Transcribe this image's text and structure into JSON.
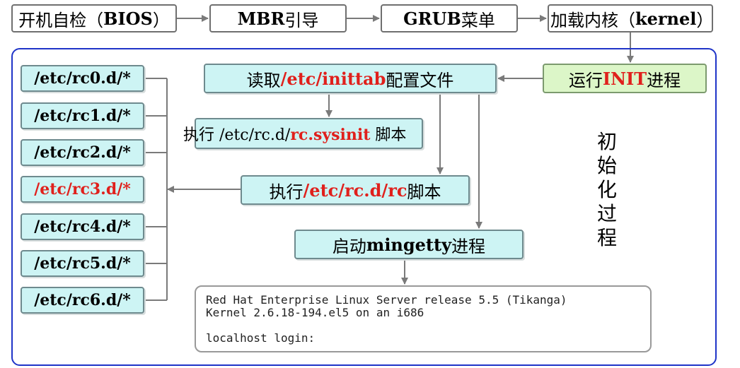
{
  "boot": {
    "bios": {
      "pre": "开机自检（",
      "b": "BIOS",
      "post": "）"
    },
    "mbr": {
      "b": "MBR",
      "post": " 引导"
    },
    "grub": {
      "b": "GRUB",
      "post": "菜单"
    },
    "kernel": {
      "pre": "加载内核（",
      "b": "kernel",
      "post": "）"
    }
  },
  "init": {
    "run": {
      "pre": "运行 ",
      "red": "INIT",
      "post": " 进程"
    },
    "read": {
      "pre": "读取",
      "red": "/etc/inittab",
      "post": "配置文件"
    },
    "sysinit": {
      "pre": "执行 /etc/rc.d/",
      "red": "rc.sysinit",
      "post": " 脚本"
    },
    "rc": {
      "pre": "执行",
      "red": "/etc/rc.d/rc",
      "post": "脚本"
    },
    "mingetty": {
      "pre": "启动 ",
      "b": "mingetty",
      "post": " 进程"
    }
  },
  "runlevels": [
    {
      "label": "/etc/rc0.d/*",
      "highlight": false
    },
    {
      "label": "/etc/rc1.d/*",
      "highlight": false
    },
    {
      "label": "/etc/rc2.d/*",
      "highlight": false
    },
    {
      "label": "/etc/rc3.d/*",
      "highlight": true
    },
    {
      "label": "/etc/rc4.d/*",
      "highlight": false
    },
    {
      "label": "/etc/rc5.d/*",
      "highlight": false
    },
    {
      "label": "/etc/rc6.d/*",
      "highlight": false
    }
  ],
  "side_label": [
    "初",
    "始",
    "化",
    "过",
    "程"
  ],
  "terminal": {
    "line1": "Red Hat Enterprise Linux Server release 5.5 (Tikanga)",
    "line2": "Kernel 2.6.18-194.el5 on an i686",
    "line3": "localhost login:"
  },
  "colors": {
    "accent_red": "#e0201c",
    "frame_blue": "#1f34c8",
    "box_cyan": "#cdf4f4",
    "box_green": "#dcf6c8"
  }
}
